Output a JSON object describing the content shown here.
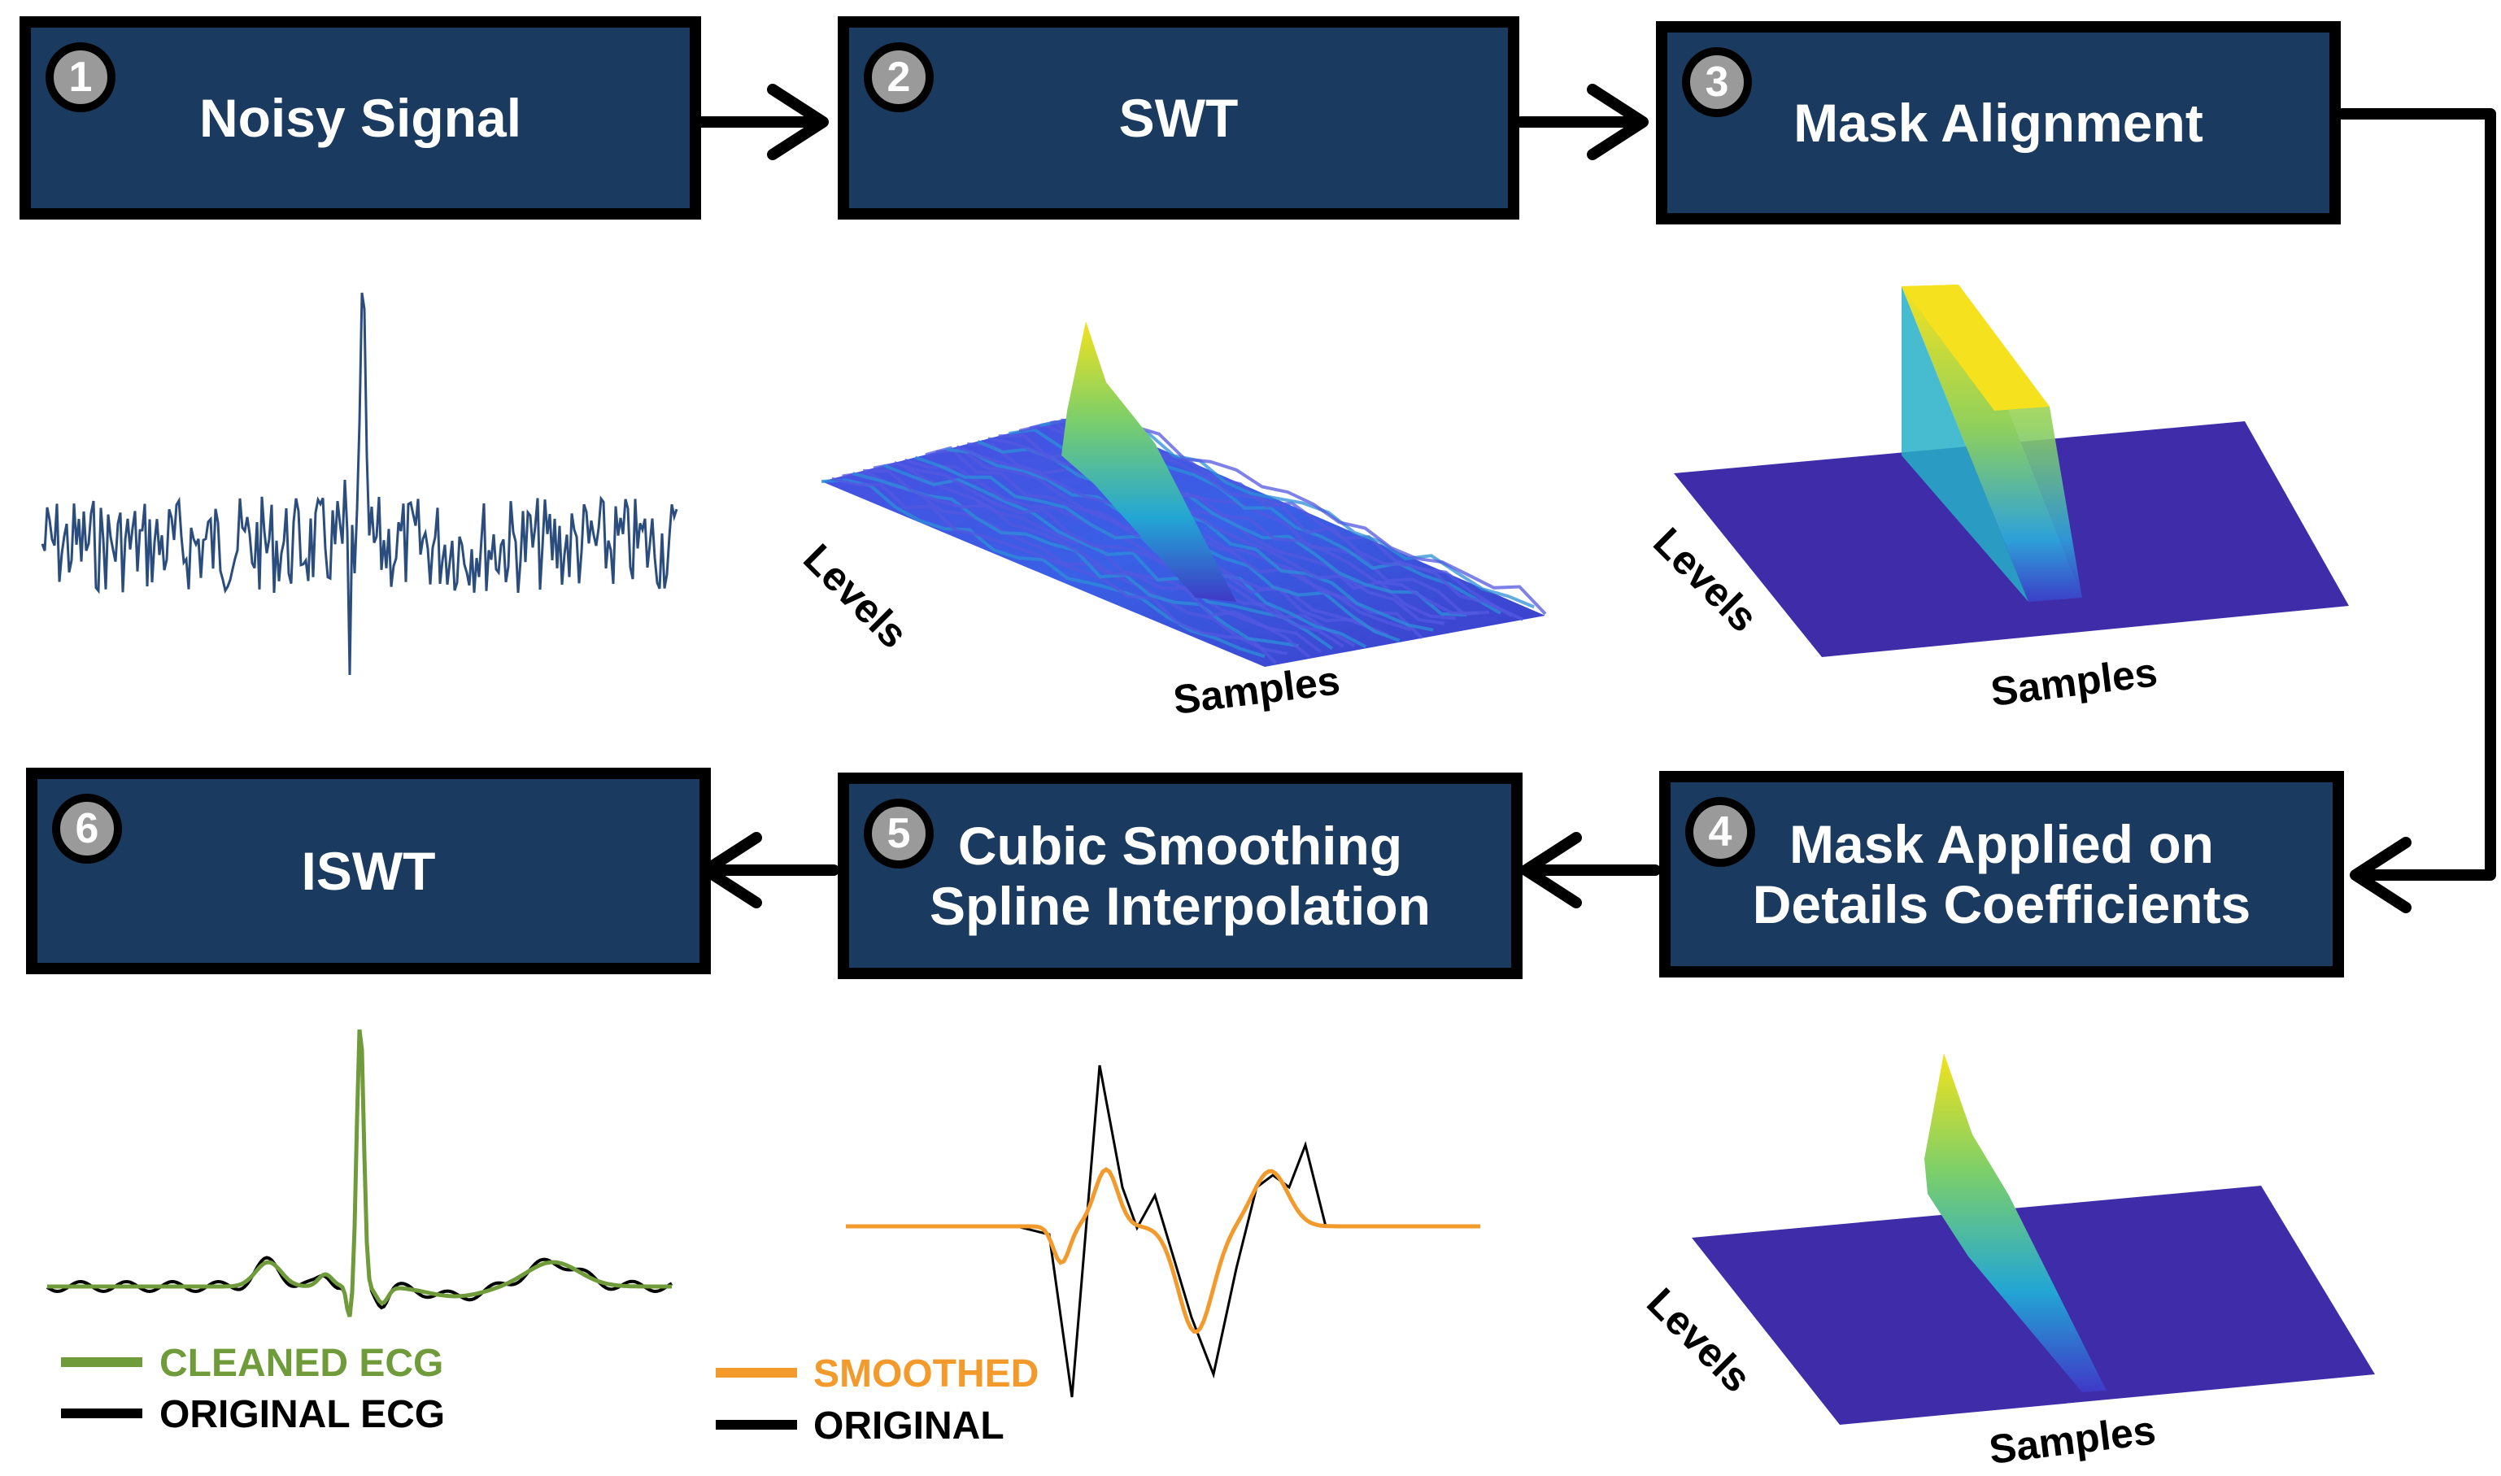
{
  "steps": [
    {
      "num": "1",
      "lines": [
        "Noisy Signal"
      ]
    },
    {
      "num": "2",
      "lines": [
        "SWT"
      ]
    },
    {
      "num": "3",
      "lines": [
        "Mask Alignment"
      ]
    },
    {
      "num": "4",
      "lines": [
        "Mask Applied on",
        "Details Coefficients"
      ]
    },
    {
      "num": "5",
      "lines": [
        "Cubic Smoothing",
        "Spline Interpolation"
      ]
    },
    {
      "num": "6",
      "lines": [
        "ISWT"
      ]
    }
  ],
  "surface_labels": {
    "levels": "Levels",
    "samples": "Samples"
  },
  "legend_cleaned": [
    {
      "label": "CLEANED ECG",
      "color": "#6f9b3a"
    },
    {
      "label": "ORIGINAL ECG",
      "color": "#000000"
    }
  ],
  "legend_smoothed": [
    {
      "label": "SMOOTHED",
      "color": "#f39a2c"
    },
    {
      "label": "ORIGINAL",
      "color": "#000000"
    }
  ],
  "colors": {
    "box_fill": "#1a3a5f",
    "badge_fill": "#9a9a9a",
    "noisy_line": "#2b4d7e",
    "surface_base": "#3e2ca8",
    "surface_mid": "#2a8fd4",
    "surface_peak": "#f4e21c"
  }
}
